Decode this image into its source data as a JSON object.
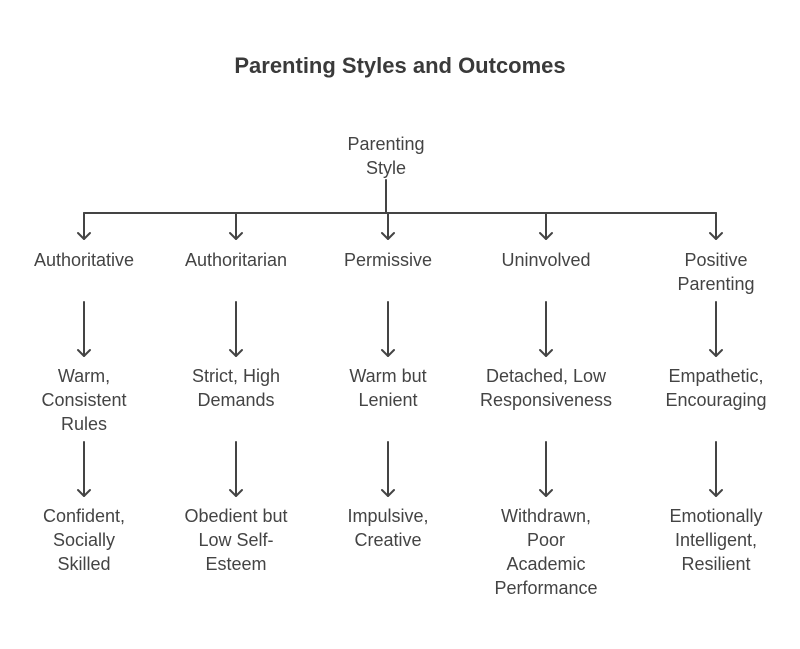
{
  "title": "Parenting Styles and Outcomes",
  "root": {
    "lines": [
      "Parenting",
      "Style"
    ]
  },
  "branches": [
    {
      "style": [
        "Authoritative"
      ],
      "traits": [
        "Warm,",
        "Consistent",
        "Rules"
      ],
      "outcome": [
        "Confident,",
        "Socially",
        "Skilled"
      ]
    },
    {
      "style": [
        "Authoritarian"
      ],
      "traits": [
        "Strict, High",
        "Demands"
      ],
      "outcome": [
        "Obedient but",
        "Low Self-",
        "Esteem"
      ]
    },
    {
      "style": [
        "Permissive"
      ],
      "traits": [
        "Warm but",
        "Lenient"
      ],
      "outcome": [
        "Impulsive,",
        "Creative"
      ]
    },
    {
      "style": [
        "Uninvolved"
      ],
      "traits": [
        "Detached, Low",
        "Responsiveness"
      ],
      "outcome": [
        "Withdrawn,",
        "Poor",
        "Academic",
        "Performance"
      ]
    },
    {
      "style": [
        "Positive",
        "Parenting"
      ],
      "traits": [
        "Empathetic,",
        "Encouraging"
      ],
      "outcome": [
        "Emotionally",
        "Intelligent,",
        "Resilient"
      ]
    }
  ],
  "colors": {
    "line": "#444444",
    "text": "#444444",
    "title": "#3a3a3a"
  }
}
